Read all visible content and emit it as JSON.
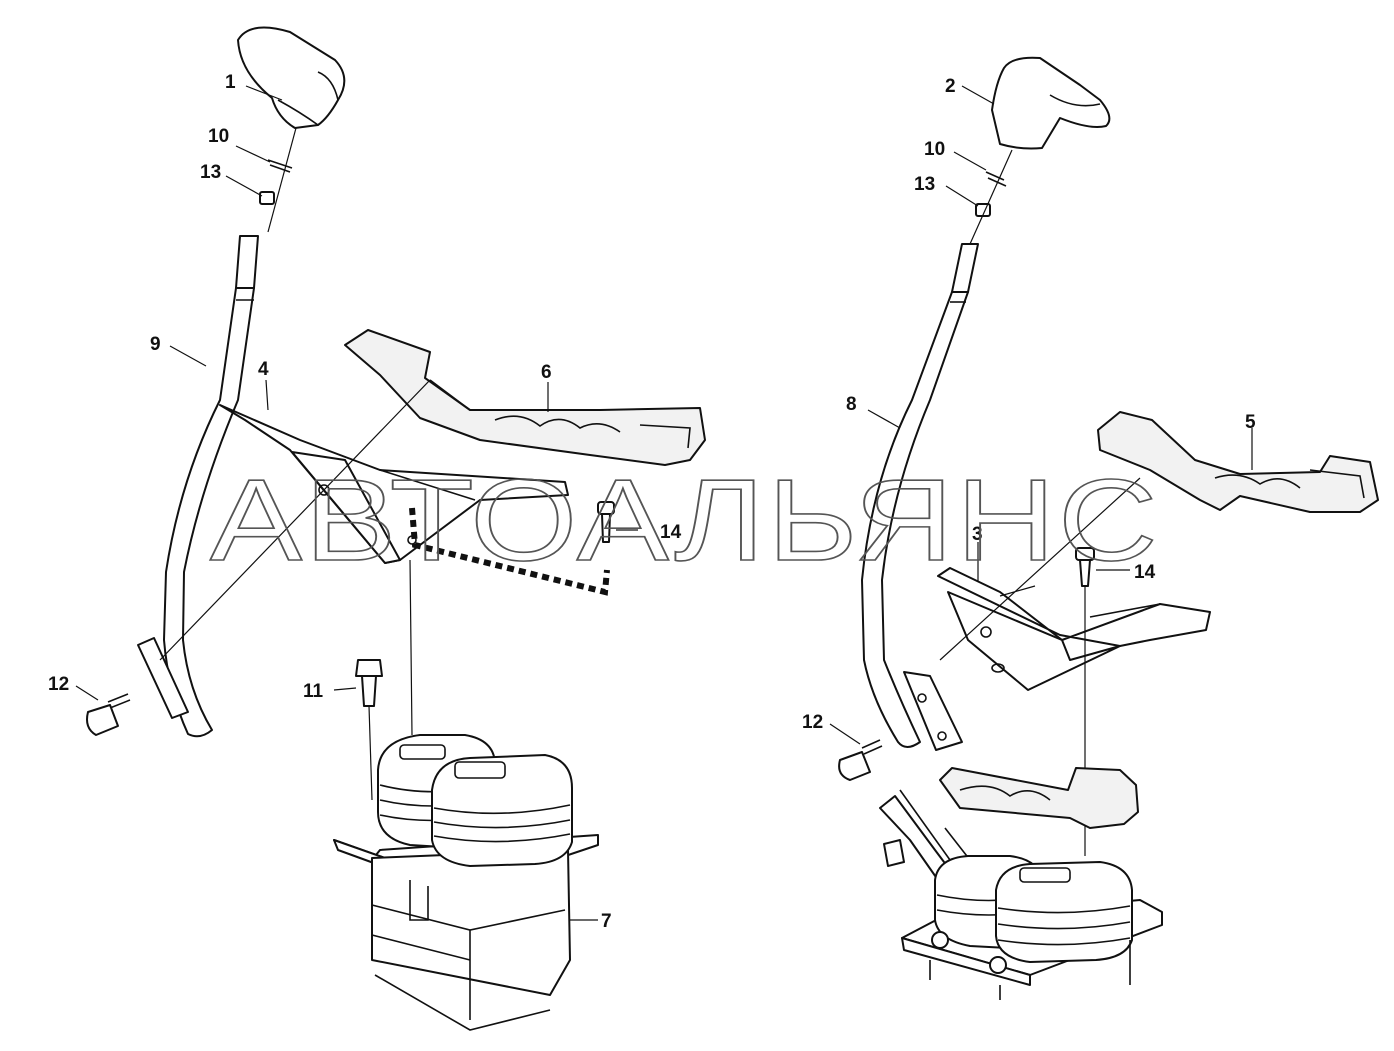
{
  "watermark": "АВТОАЛЬЯНС",
  "callouts": {
    "left": {
      "knob": "1",
      "washer": "10",
      "nut": "13",
      "lever": "9",
      "bracket": "4",
      "cover": "6",
      "screw_top": "14",
      "bolt_side": "12",
      "bolt_base": "11",
      "valve": "7"
    },
    "right": {
      "knob": "2",
      "washer": "10",
      "nut": "13",
      "lever": "8",
      "bracket": "3",
      "cover": "5",
      "screw_top": "14",
      "bolt_side": "12"
    }
  }
}
